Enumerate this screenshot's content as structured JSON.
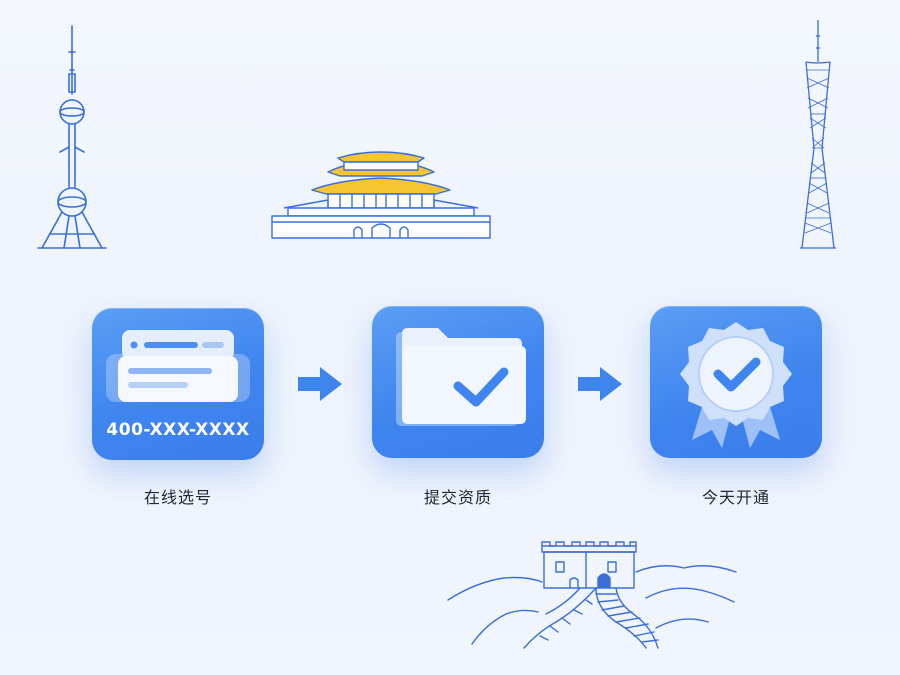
{
  "steps": [
    {
      "label": "在线选号",
      "icon": "number-card-icon",
      "number_text": "400-XXX-XXXX"
    },
    {
      "label": "提交资质",
      "icon": "folder-check-icon"
    },
    {
      "label": "今天开通",
      "icon": "badge-check-icon"
    }
  ],
  "colors": {
    "card_blue": "#4a8ff0",
    "line_blue": "#3a6fd8",
    "roof_yellow": "#f5c532",
    "label_text": "#222831",
    "background": "#f1f5fd"
  },
  "landmarks": [
    "tv-tower-landmark",
    "palace-gate-landmark",
    "canton-tower-landmark",
    "great-wall-landmark"
  ]
}
